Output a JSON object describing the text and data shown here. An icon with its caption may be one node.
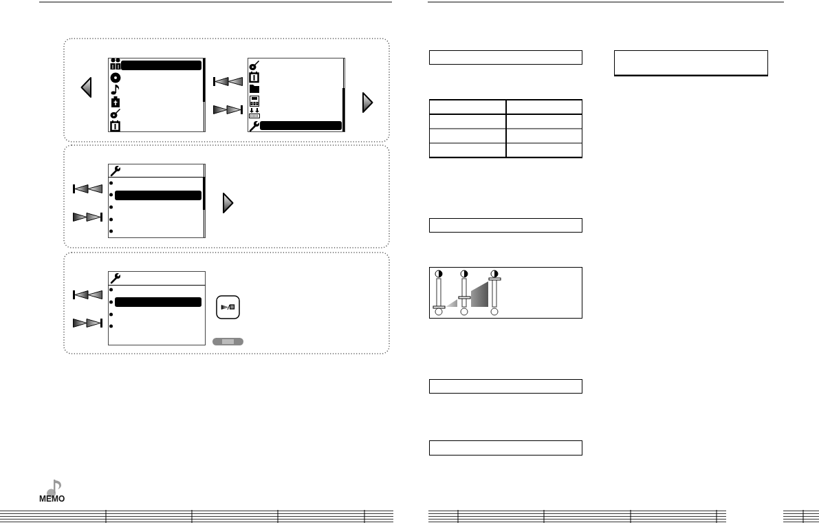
{
  "diagram": {
    "nodes": [
      {
        "text": [],
        "shape": "box"
      },
      {
        "text": [],
        "shape": "box"
      },
      {
        "text": [],
        "shape": "box"
      },
      {
        "text": [],
        "shape": "box"
      },
      {
        "text": [],
        "shape": "box"
      }
    ],
    "labels": [
      "MEMO"
    ]
  }
}
